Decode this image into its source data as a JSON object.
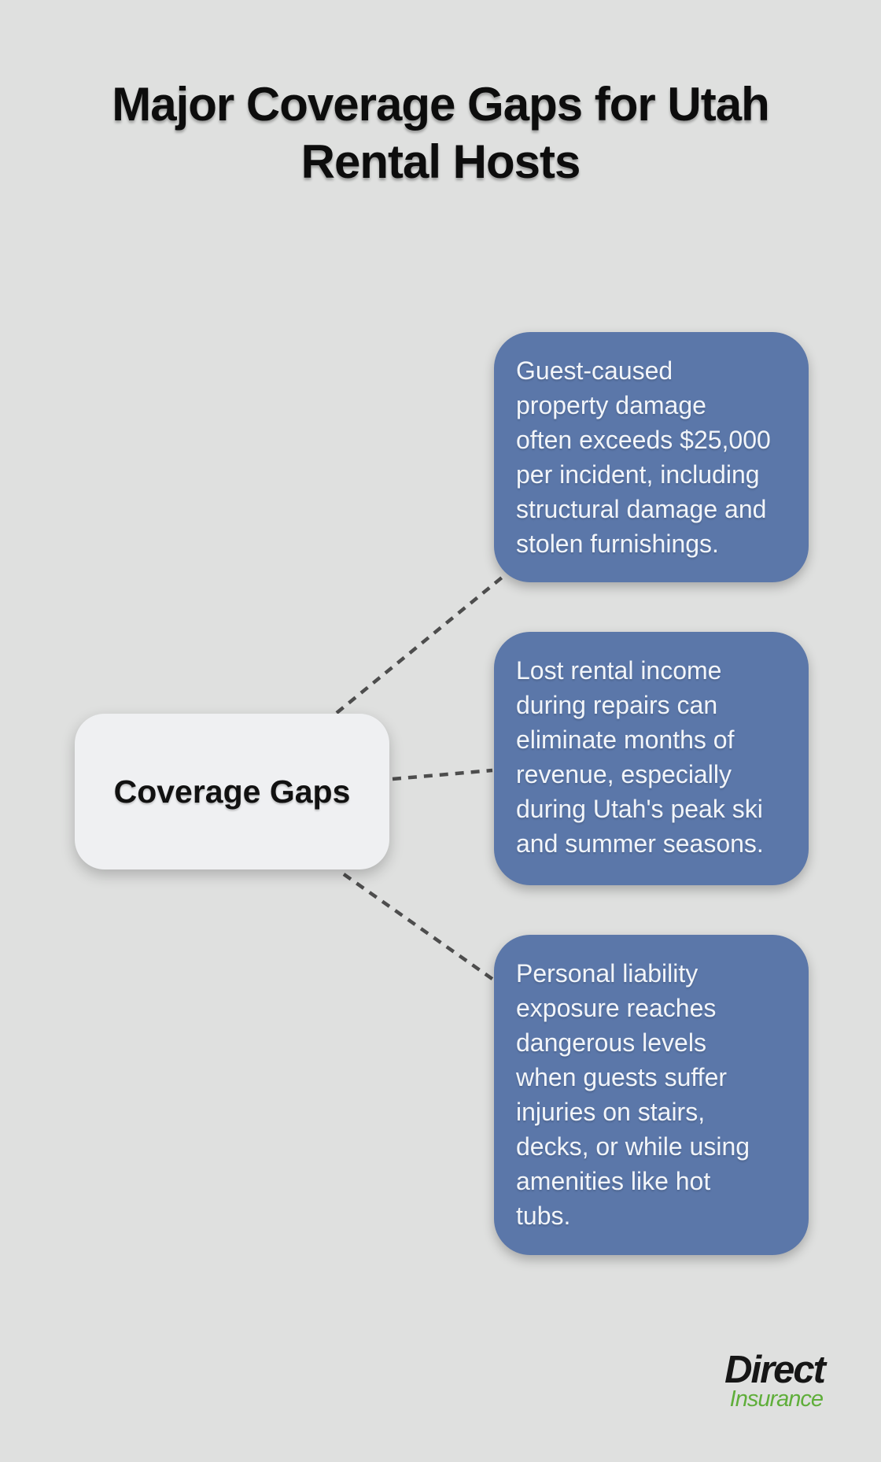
{
  "title": "Major Coverage Gaps for Utah\nRental Hosts",
  "diagram": {
    "type": "mind-map",
    "center_node": {
      "label": "Coverage Gaps"
    },
    "gaps": [
      {
        "text": "Guest-caused\nproperty damage\noften exceeds $25,000\nper incident, including\nstructural damage and\nstolen furnishings."
      },
      {
        "text": "Lost rental income\nduring repairs can\neliminate months of\nrevenue, especially\nduring Utah's peak ski\nand summer seasons."
      },
      {
        "text": "Personal liability\nexposure reaches\ndangerous levels\nwhen guests suffer\ninjuries on stairs,\ndecks, or while using\namenities like hot\ntubs."
      }
    ]
  },
  "logo": {
    "primary": "Direct",
    "secondary": "Insurance"
  },
  "colors": {
    "background": "#dfe0df",
    "center_node_fill": "#eff0f2",
    "gap_box_fill": "#5b77a9",
    "gap_box_text": "#f2f5f9",
    "connector": "#4d4d4d",
    "title_text": "#0d0d0d",
    "logo_primary": "#161616",
    "logo_secondary": "#5fae3a"
  }
}
